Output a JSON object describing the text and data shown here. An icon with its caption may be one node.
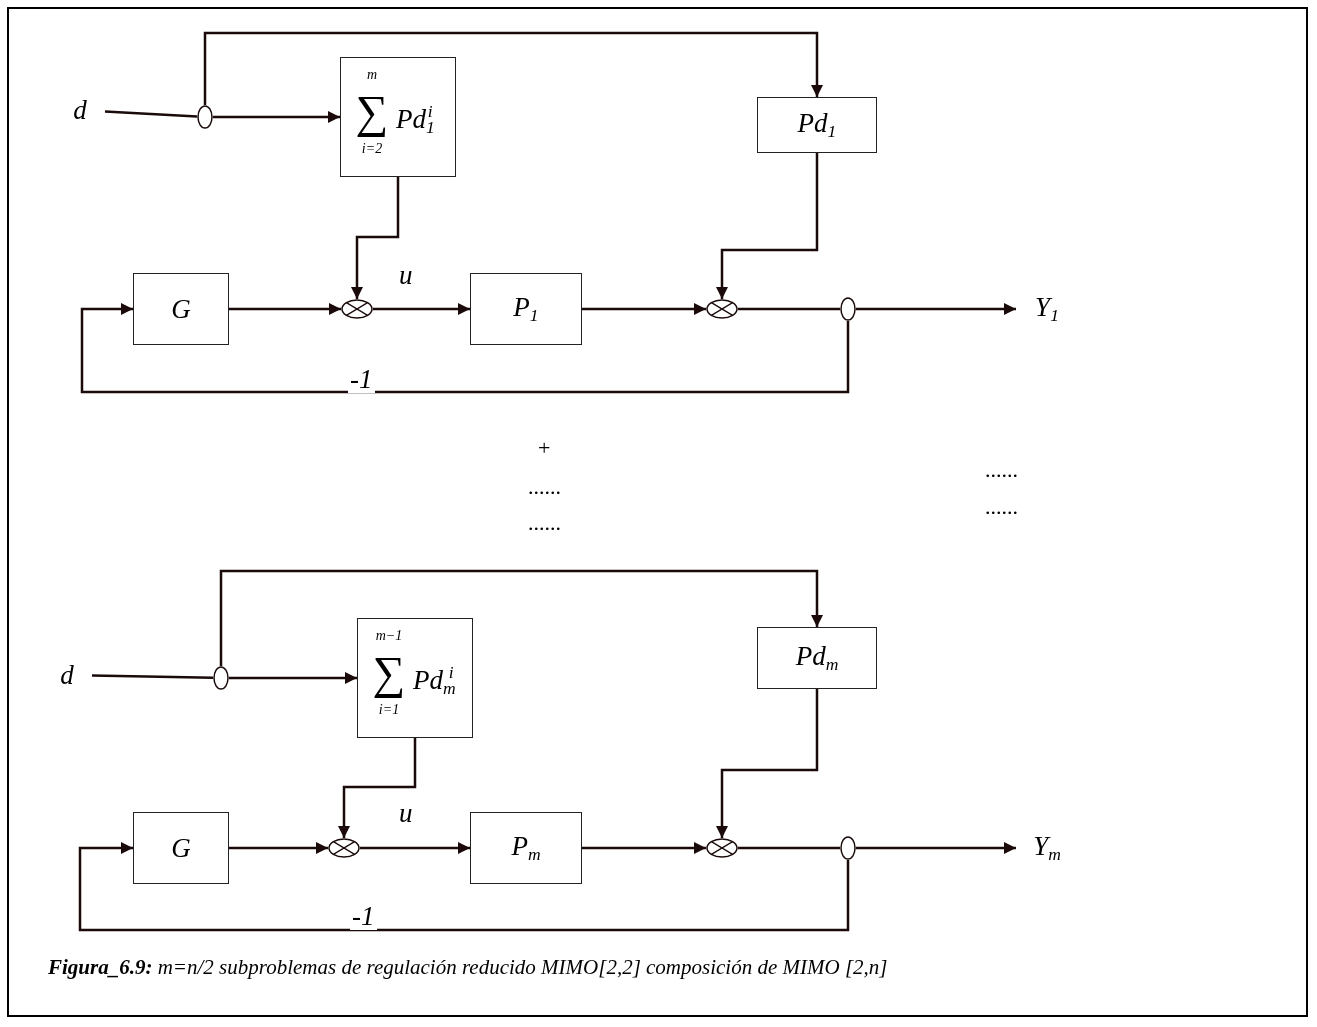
{
  "diagram": {
    "caption": "**Figura_6.9:** m=n/2 subproblemas de regulación reducido MIMO[2,2] composición de MIMO [2,n]",
    "nodes": [
      {
        "text": [
          "d"
        ]
      },
      {
        "text": [],
        "shape": "circle"
      },
      {
        "text": [
          "m",
          "∑",
          "i=2",
          "Pd$_{1}$$^{i}$"
        ]
      },
      {
        "text": [
          "Pd$_{1}$"
        ]
      },
      {
        "text": [
          "G"
        ]
      },
      {
        "text": [],
        "shape": "circle"
      },
      {
        "text": [
          "P$_{1}$"
        ]
      },
      {
        "text": [],
        "shape": "circle"
      },
      {
        "text": [],
        "shape": "circle"
      },
      {
        "text": [
          "Y$_{1}$"
        ]
      },
      {
        "text": [
          "d"
        ]
      },
      {
        "text": [],
        "shape": "circle"
      },
      {
        "text": [
          "m−1",
          "∑",
          "i=1",
          "Pd$_{m}$$^{i}$"
        ]
      },
      {
        "text": [
          "Pd$_{m}$"
        ]
      },
      {
        "text": [
          "G"
        ]
      },
      {
        "text": [],
        "shape": "circle"
      },
      {
        "text": [
          "P$_{m}$"
        ]
      },
      {
        "text": [],
        "shape": "circle"
      },
      {
        "text": [],
        "shape": "circle"
      },
      {
        "text": [
          "Y$_{m}$"
        ]
      }
    ],
    "edges": [
      {
        "from": 0,
        "to": 1,
        "arrow": "none"
      },
      {
        "from": 1,
        "to": 2,
        "arrow": "to"
      },
      {
        "from": 1,
        "to": 3,
        "arrow": "to"
      },
      {
        "from": 2,
        "to": 5,
        "arrow": "to"
      },
      {
        "from": 3,
        "to": 7,
        "arrow": "to"
      },
      {
        "from": 4,
        "to": 5,
        "arrow": "to"
      },
      {
        "from": 5,
        "to": 6,
        "arrow": "to",
        "label": "u"
      },
      {
        "from": 6,
        "to": 7,
        "arrow": "to"
      },
      {
        "from": 7,
        "to": 8,
        "arrow": "none"
      },
      {
        "from": 8,
        "to": 9,
        "arrow": "to"
      },
      {
        "from": 8,
        "to": 4,
        "arrow": "to",
        "label": "-1"
      },
      {
        "from": 10,
        "to": 11,
        "arrow": "none"
      },
      {
        "from": 11,
        "to": 12,
        "arrow": "to"
      },
      {
        "from": 11,
        "to": 13,
        "arrow": "to"
      },
      {
        "from": 12,
        "to": 15,
        "arrow": "to"
      },
      {
        "from": 13,
        "to": 17,
        "arrow": "to"
      },
      {
        "from": 14,
        "to": 15,
        "arrow": "to"
      },
      {
        "from": 15,
        "to": 16,
        "arrow": "to",
        "label": "u"
      },
      {
        "from": 16,
        "to": 17,
        "arrow": "to"
      },
      {
        "from": 17,
        "to": 18,
        "arrow": "none"
      },
      {
        "from": 18,
        "to": 19,
        "arrow": "to"
      },
      {
        "from": 18,
        "to": 14,
        "arrow": "to",
        "label": "-1"
      }
    ],
    "labels": [
      "+",
      "......",
      "......",
      "......",
      "......"
    ]
  }
}
